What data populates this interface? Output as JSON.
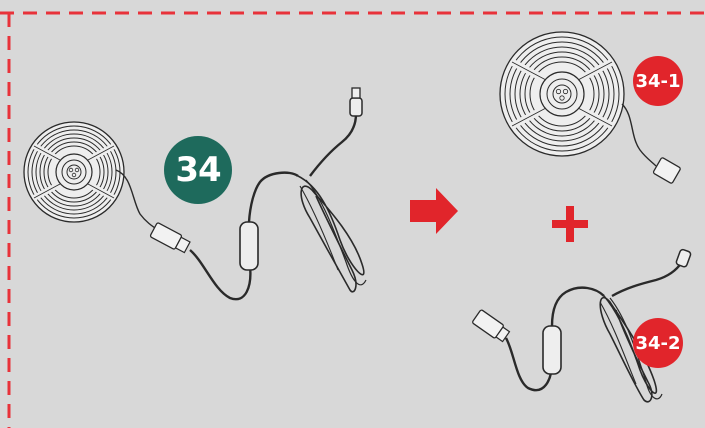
{
  "figure": {
    "colors": {
      "background": "#d8d8d8",
      "border_dash": "#e8323a",
      "badge_main": "#1e6a5c",
      "badge_sub": "#e1252b",
      "arrow": "#e1252b",
      "plus": "#e1252b",
      "line_art": "#2a2a2a"
    },
    "badges": {
      "main": "34",
      "part1": "34-1",
      "part2": "34-2"
    },
    "icons": {
      "arrow": "right-arrow-icon",
      "plus": "plus-icon",
      "reel": "led-strip-reel-icon",
      "cable": "usb-cable-icon"
    }
  }
}
